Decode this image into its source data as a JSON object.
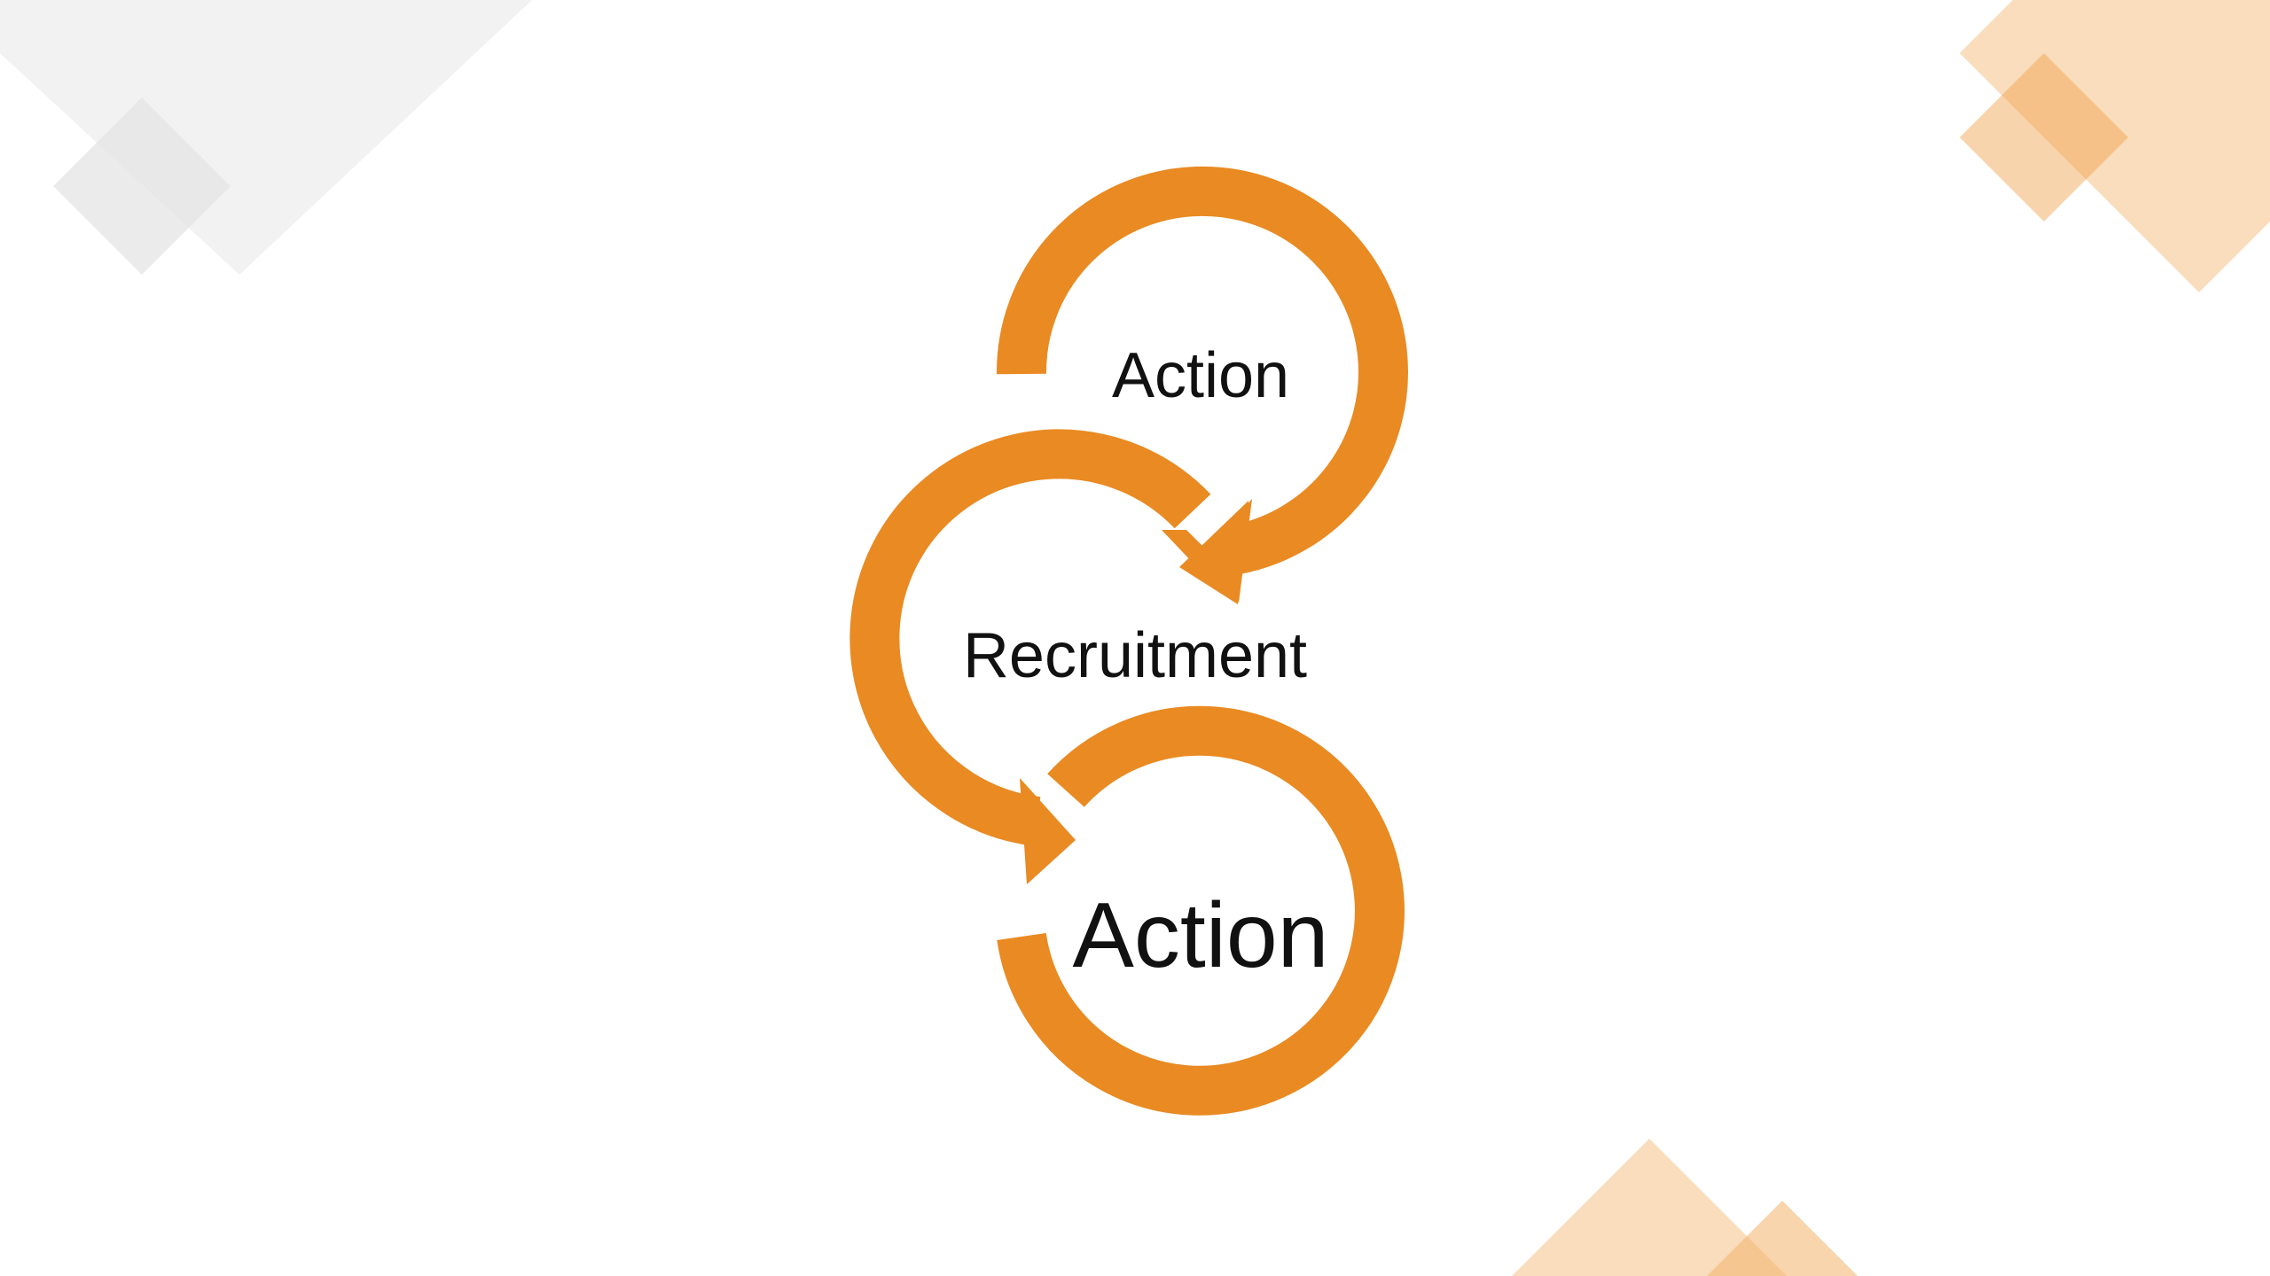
{
  "slide": {
    "colors": {
      "arrow": "#E98A22",
      "decor_gray": "#D8D8D8",
      "decor_orange": "#F2B36A",
      "text": "#111111",
      "background": "#FFFFFF"
    },
    "cycle": [
      {
        "label": "Action"
      },
      {
        "label": "Recruitment"
      },
      {
        "label": "Action"
      }
    ]
  }
}
